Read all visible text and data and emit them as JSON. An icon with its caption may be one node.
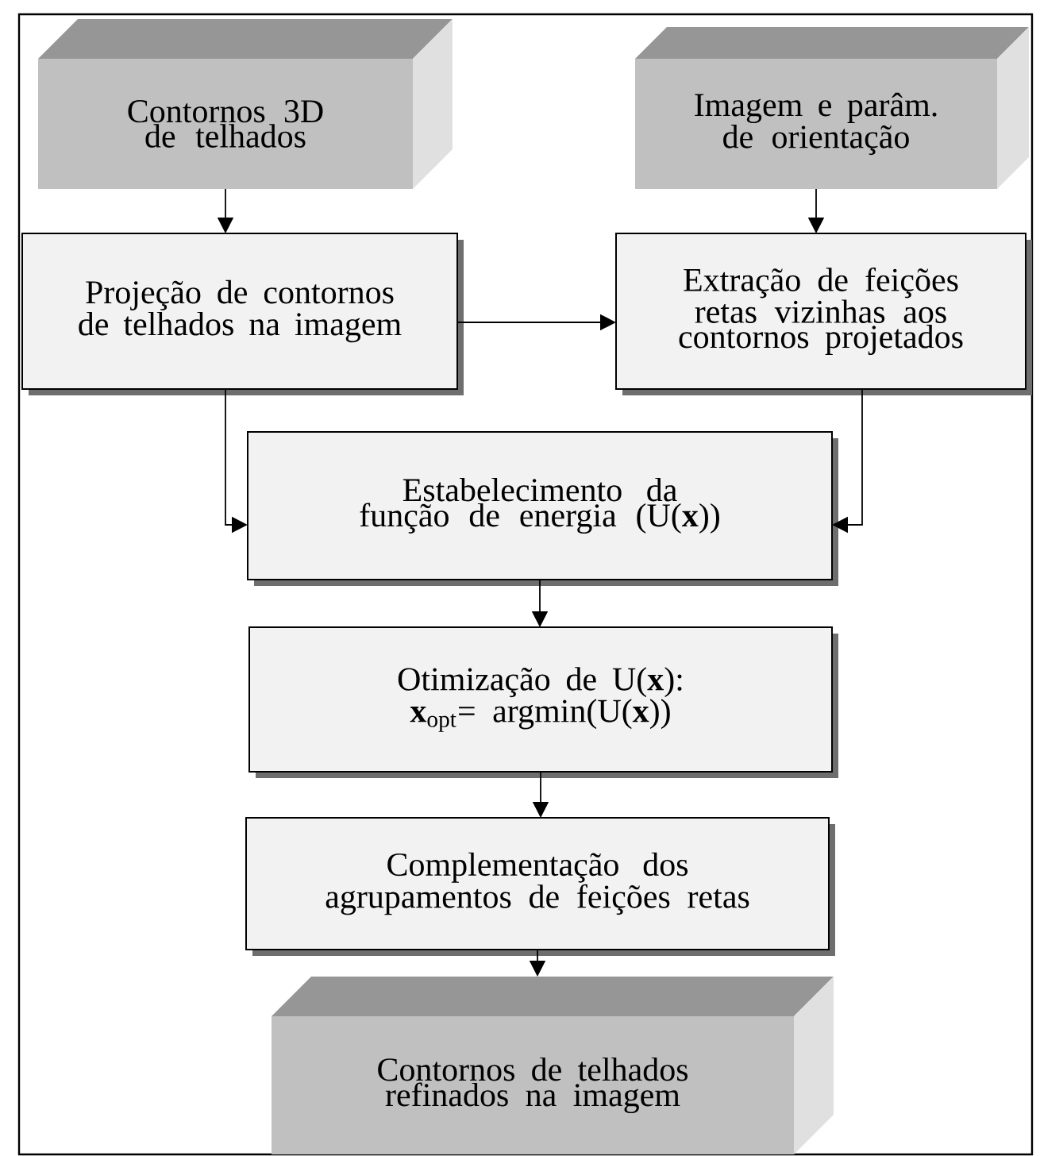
{
  "diagram": {
    "nodes": [
      {
        "text": [
          "Contornos 3D de telhados"
        ]
      },
      {
        "text": [
          "Imagem e parâm. de orientação"
        ]
      },
      {
        "text": [
          "Projeção de contornos de telhados na imagem"
        ]
      },
      {
        "text": [
          "Extração de feições retas vizinhas aos contornos projetados"
        ]
      },
      {
        "text": [
          "Estabelecimento da função de energia (U(**x**))"
        ]
      },
      {
        "text": [
          "Otimização de U(**x**): **x**$_{opt}$= argmin(U(**x**))"
        ]
      },
      {
        "text": [
          "Complementação dos agrupamentos de feições retas"
        ]
      },
      {
        "text": [
          "Contornos de telhados refinados na imagem"
        ]
      }
    ],
    "edges": [
      {
        "from": 0,
        "to": 2,
        "arrow": "to"
      },
      {
        "from": 1,
        "to": 3,
        "arrow": "to"
      },
      {
        "from": 2,
        "to": 3,
        "arrow": "to"
      },
      {
        "from": 2,
        "to": 4,
        "arrow": "to"
      },
      {
        "from": 3,
        "to": 4,
        "arrow": "to"
      },
      {
        "from": 4,
        "to": 5,
        "arrow": "to"
      },
      {
        "from": 5,
        "to": 6,
        "arrow": "to"
      },
      {
        "from": 6,
        "to": 7,
        "arrow": "to"
      }
    ]
  }
}
